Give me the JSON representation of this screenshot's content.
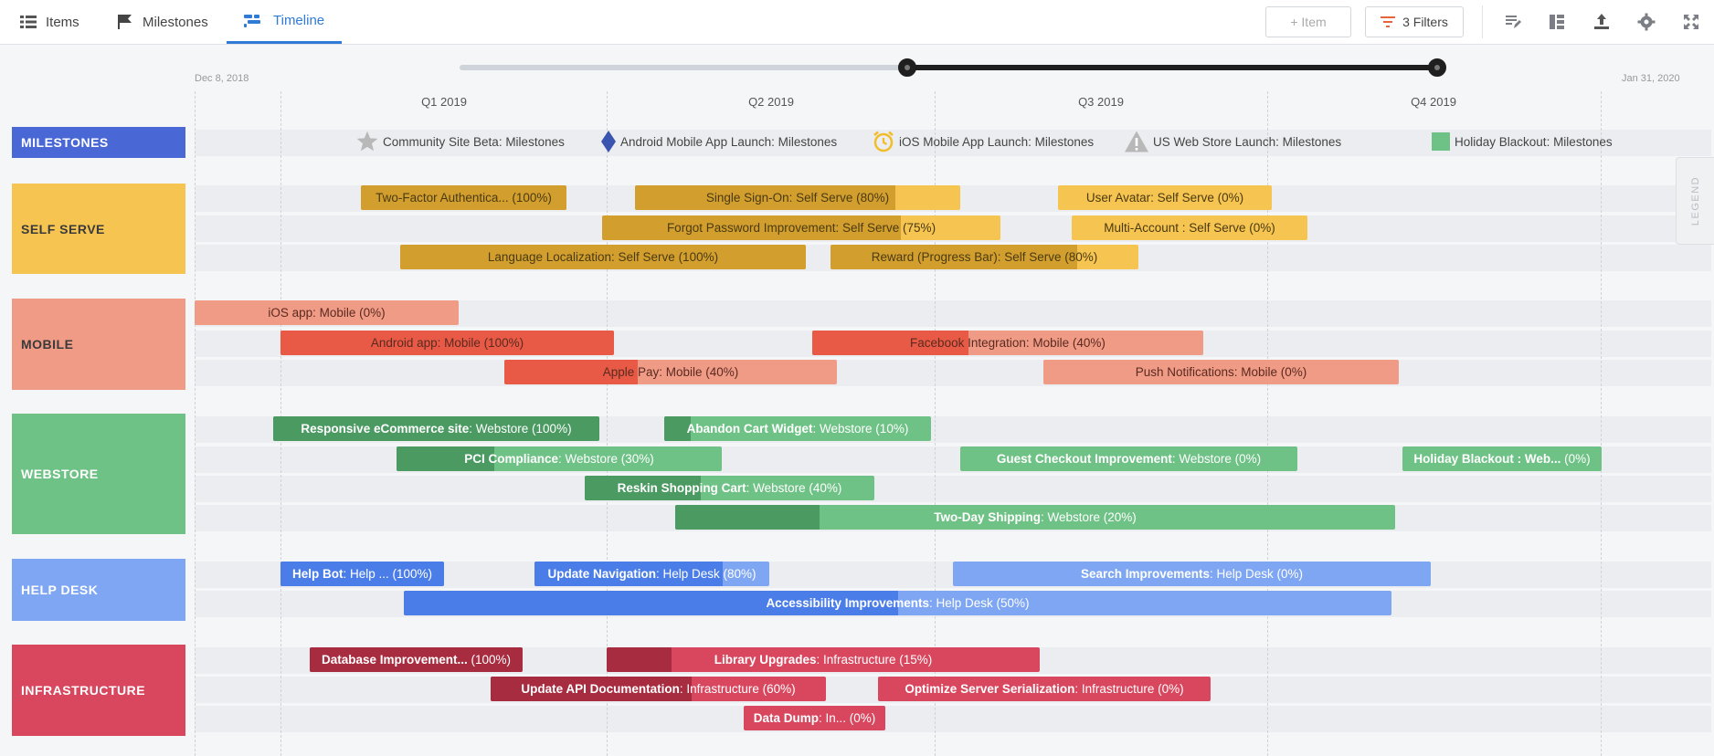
{
  "tabs": [
    {
      "label": "Items",
      "icon": "list-icon",
      "active": false
    },
    {
      "label": "Milestones",
      "icon": "flag-icon",
      "active": false
    },
    {
      "label": "Timeline",
      "icon": "timeline-icon",
      "active": true
    }
  ],
  "toolbar": {
    "add_item_label": "+ Item",
    "filters_label": "3 Filters",
    "icons": [
      "edit-icon",
      "layout-icon",
      "export-icon",
      "settings-icon",
      "fullscreen-icon"
    ]
  },
  "timeline": {
    "start_date": "Dec 8, 2018",
    "end_date": "Jan 31, 2020",
    "quarters": [
      "Q1 2019",
      "Q2 2019",
      "Q3 2019",
      "Q4 2019"
    ]
  },
  "legend_label": "LEGEND",
  "milestones": {
    "group_label": "MILESTONES",
    "color": "#4a67d6",
    "items": [
      {
        "name": "Community Site Beta",
        "suffix": " : Milestones",
        "icon": "star-icon",
        "icon_color": "#b8b8b8"
      },
      {
        "name": "Android Mobile App Launch",
        "suffix": ": Milestones",
        "icon": "diamond-icon",
        "icon_color": "#3a55b0"
      },
      {
        "name": "iOS Mobile App Launch",
        "suffix": ": Milestones",
        "icon": "alarm-clock-icon",
        "icon_color": "#f2bd2b"
      },
      {
        "name": "US Web Store Launch",
        "suffix": " : Milestones",
        "icon": "warning-icon",
        "icon_color": "#b8b8b8"
      },
      {
        "name": "Holiday Blackout",
        "suffix": ": Milestones",
        "icon": "square-icon",
        "icon_color": "#6fc286"
      }
    ]
  },
  "groups": [
    {
      "label": "SELF SERVE",
      "color": "#f5c451",
      "text_dark": true,
      "bar_colors": {
        "base": "#f5c451",
        "progress": "#d29f2f",
        "text": "#4a3a10"
      },
      "items": [
        {
          "name": "Two-Factor Authentica...",
          "detail": " (100%)",
          "progress": 1.0
        },
        {
          "name": "Single Sign-On",
          "detail": ": Self Serve (80%)",
          "progress": 0.8
        },
        {
          "name": "User Avatar",
          "detail": ": Self Serve (0%)",
          "progress": 0.0
        },
        {
          "name": "Forgot Password Improvement",
          "detail": ": Self Serve (75%)",
          "progress": 0.75
        },
        {
          "name": "Multi-Account",
          "detail": " : Self Serve (0%)",
          "progress": 0.0
        },
        {
          "name": "Language Localization",
          "detail": ": Self Serve (100%)",
          "progress": 1.0
        },
        {
          "name": "Reward (Progress Bar)",
          "detail": ": Self Serve (80%)",
          "progress": 0.8
        }
      ]
    },
    {
      "label": "MOBILE",
      "color": "#f09b86",
      "text_dark": true,
      "bar_colors": {
        "base": "#f09b86",
        "progress": "#e85a45",
        "text": "#5a2a20"
      },
      "items": [
        {
          "name": "iOS app",
          "detail": ": Mobile (0%)",
          "progress": 0.0
        },
        {
          "name": "Android app",
          "detail": ": Mobile (100%)",
          "progress": 1.0
        },
        {
          "name": "Facebook Integration",
          "detail": ": Mobile (40%)",
          "progress": 0.4
        },
        {
          "name": "Apple Pay",
          "detail": ": Mobile (40%)",
          "progress": 0.4
        },
        {
          "name": "Push Notifications",
          "detail": ": Mobile (0%)",
          "progress": 0.0
        }
      ]
    },
    {
      "label": "WEBSTORE",
      "color": "#6fc286",
      "text_dark": false,
      "bar_colors": {
        "base": "#6fc286",
        "progress": "#4a9a62",
        "text": "#ffffff"
      },
      "items": [
        {
          "name": "Responsive eCommerce site",
          "detail": ": Webstore (100%)",
          "progress": 1.0
        },
        {
          "name": "Abandon Cart Widget",
          "detail": ": Webstore (10%)",
          "progress": 0.1
        },
        {
          "name": "PCI Compliance",
          "detail": ": Webstore (30%)",
          "progress": 0.3
        },
        {
          "name": "Guest Checkout Improvement",
          "detail": ": Webstore (0%)",
          "progress": 0.0
        },
        {
          "name": "Holiday Blackout : Web...",
          "detail": " (0%)",
          "progress": 0.0
        },
        {
          "name": "Reskin Shopping Cart",
          "detail": ": Webstore (40%)",
          "progress": 0.4
        },
        {
          "name": "Two-Day Shipping",
          "detail": ": Webstore (20%)",
          "progress": 0.2
        }
      ]
    },
    {
      "label": "HELP DESK",
      "color": "#7ea6f2",
      "text_dark": false,
      "bar_colors": {
        "base": "#7ea6f2",
        "progress": "#4a7de8",
        "text": "#ffffff"
      },
      "items": [
        {
          "name": "Help Bot",
          "detail": ": Help ... (100%)",
          "progress": 1.0
        },
        {
          "name": "Update Navigation",
          "detail": ": Help Desk (80%)",
          "progress": 0.8
        },
        {
          "name": "Search Improvements",
          "detail": ": Help Desk (0%)",
          "progress": 0.0
        },
        {
          "name": "Accessibility Improvements",
          "detail": ": Help Desk (50%)",
          "progress": 0.5
        }
      ]
    },
    {
      "label": "INFRASTRUCTURE",
      "color": "#d9475f",
      "text_dark": false,
      "bar_colors": {
        "base": "#d9475f",
        "progress": "#a82c40",
        "text": "#ffffff"
      },
      "items": [
        {
          "name": "Database Improvement...",
          "detail": " (100%)",
          "progress": 1.0
        },
        {
          "name": "Library Upgrades",
          "detail": ": Infrastructure (15%)",
          "progress": 0.15
        },
        {
          "name": "Update API Documentation",
          "detail": ": Infrastructure (60%)",
          "progress": 0.6
        },
        {
          "name": "Optimize Server Serialization",
          "detail": ": Infrastructure (0%)",
          "progress": 0.0
        },
        {
          "name": "Data Dump",
          "detail": ": In... (0%)",
          "progress": 0.0
        }
      ]
    }
  ]
}
